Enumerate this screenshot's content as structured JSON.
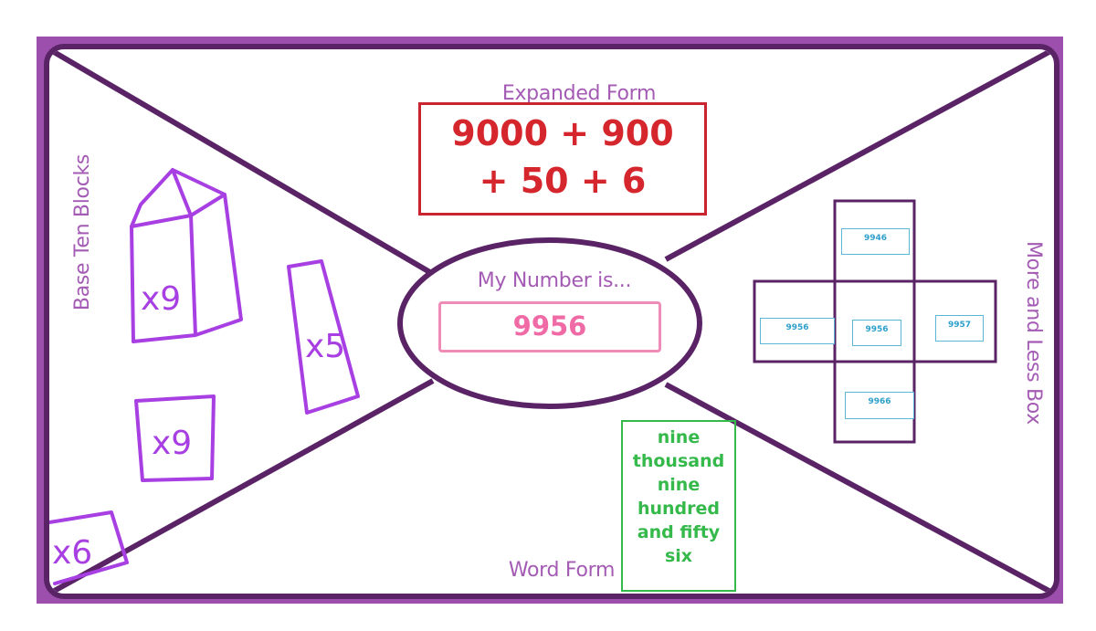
{
  "sections": {
    "expanded_form": {
      "title": "Expanded Form",
      "line1": "9000 + 900",
      "line2": "+ 50 + 6"
    },
    "my_number": {
      "title": "My Number is...",
      "value": "9956"
    },
    "base_ten": {
      "title": "Base Ten Blocks",
      "labels": [
        "x9",
        "x5",
        "x9",
        "x6"
      ]
    },
    "more_less": {
      "title": "More and Less Box",
      "top": "9946",
      "left": "9956",
      "center": "9956",
      "right": "9957",
      "bottom": "9966"
    },
    "word_form": {
      "title": "Word Form",
      "lines": [
        "nine",
        "thousand",
        "nine",
        "hundred",
        "and fifty",
        "six"
      ]
    }
  },
  "colors": {
    "frame": "#5a2366",
    "accent": "#a45bb4",
    "expanded": "#d6262d",
    "number": "#f06aa6",
    "word": "#35b94b",
    "blocks": "#a73fe2",
    "small_box": "#2d9fcb"
  }
}
